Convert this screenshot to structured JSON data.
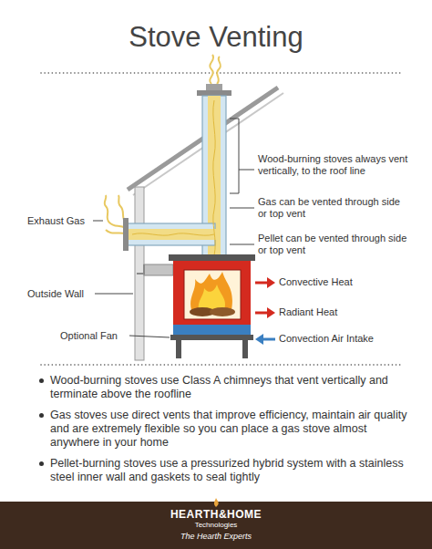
{
  "diagram": {
    "title": "Stove Venting",
    "labels": [
      "Wood-burning stoves always vent vertically, to the roof line",
      "Gas can be vented through side or top vent",
      "Exhaust Gas",
      "Pellet can be vented through side or top vent",
      "Outside Wall",
      "Convective Heat",
      "Radiant Heat",
      "Optional Fan",
      "Convection Air Intake",
      "Wood-burning stoves use Class A chimneys that vent vertically and terminate above the roofline",
      "Gas stoves use direct vents that improve efficiency, maintain air quality and are extremely flexible so you can place a gas stove almost anywhere in your home",
      "Pellet-burning stoves use a pressurized hybrid system with a stainless steel inner wall and gaskets to seal tightly",
      "HEARTH&HOME",
      "Technologies",
      "The Hearth Experts"
    ]
  }
}
